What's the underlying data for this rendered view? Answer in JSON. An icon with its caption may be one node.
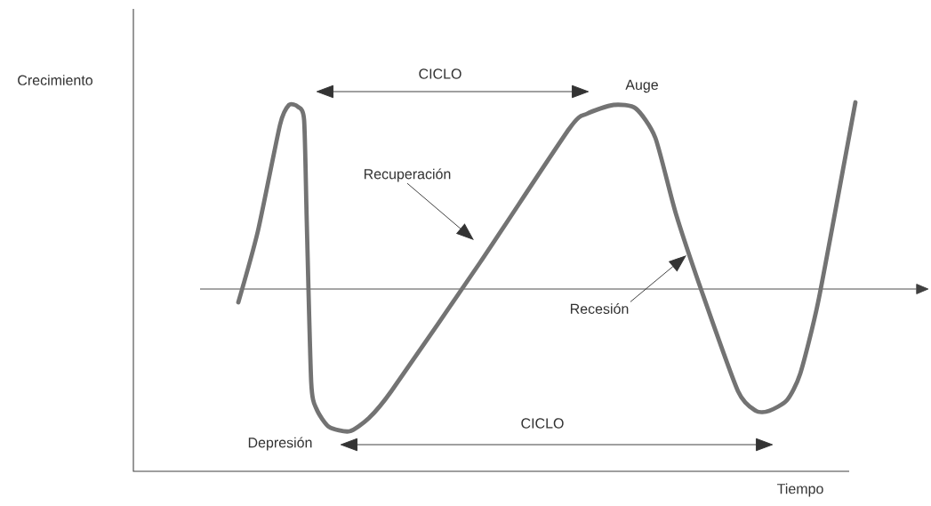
{
  "diagram": {
    "nodes": [
      {
        "text": [
          "Recuperación"
        ]
      },
      {
        "text": [
          "Recesión"
        ]
      }
    ],
    "edges": [
      {
        "from": 0,
        "to": null,
        "arrow": "to"
      },
      {
        "from": 1,
        "to": null,
        "arrow": "to"
      }
    ],
    "labels": [
      "Crecimiento",
      "CICLO",
      "Auge",
      "Depresión",
      "CICLO",
      "Tiempo"
    ]
  }
}
